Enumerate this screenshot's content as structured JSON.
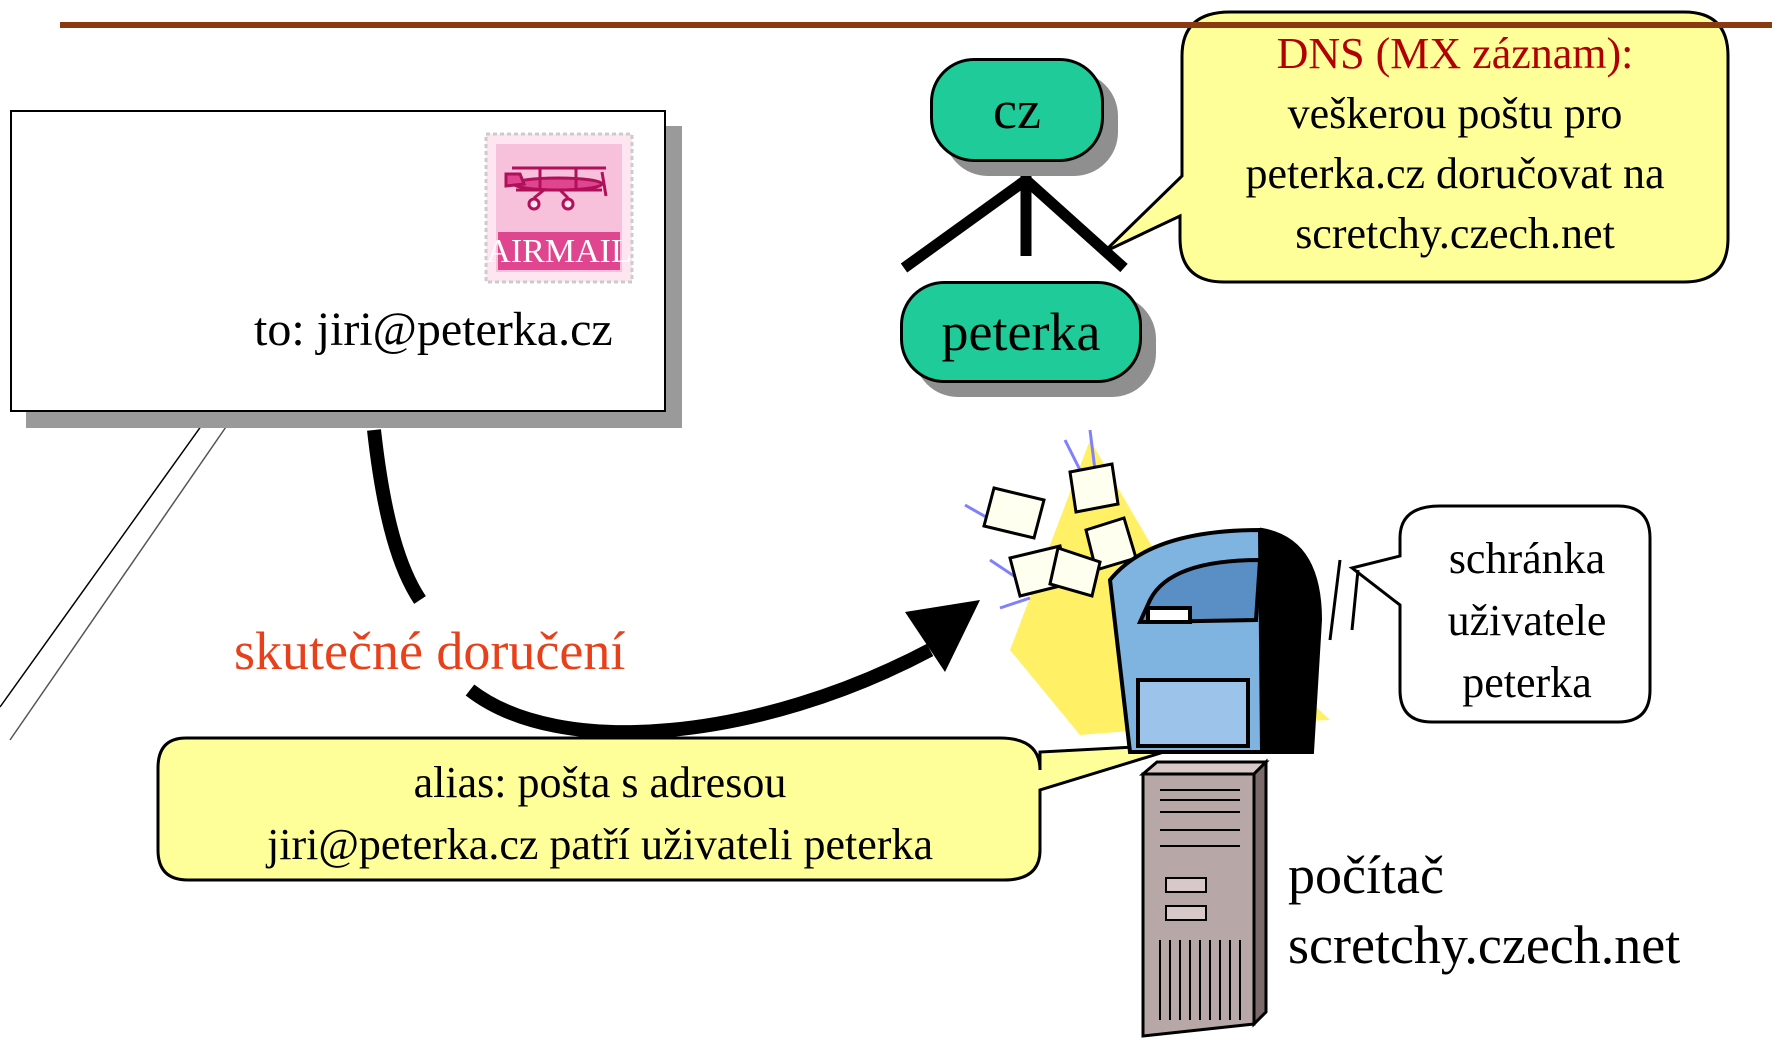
{
  "envelope": {
    "address": "to: jiri@peterka.cz",
    "stamp_text": "AIRMAIL",
    "stamp_icon": "airplane-stamp-icon"
  },
  "dns_tree": {
    "root": "cz",
    "child": "peterka"
  },
  "dns_callout": {
    "title": "DNS (MX záznam):",
    "lines": [
      "veškerou poštu pro",
      "peterka.cz doručovat na",
      "scretchy.czech.net"
    ]
  },
  "delivery": {
    "label": "skutečné doručení"
  },
  "mailbox_callout": {
    "lines": [
      "schránka",
      "uživatele",
      "peterka"
    ]
  },
  "alias_callout": {
    "lines": [
      "alias: pošta s adresou",
      "jiri@peterka.cz patří uživateli peterka"
    ]
  },
  "computer": {
    "lines": [
      "počítač",
      "scretchy.czech.net"
    ],
    "icon": "server-tower-icon",
    "mailbox_icon": "mailbox-icon"
  },
  "colors": {
    "title_rule": "#8b3a10",
    "node_fill": "#1fcc99",
    "callout_fill": "#ffff99",
    "dns_title": "#b00000",
    "delivery_text": "#e8401a",
    "mailbox_blue": "#7fb3e0",
    "burst_yellow": "#fff066"
  }
}
